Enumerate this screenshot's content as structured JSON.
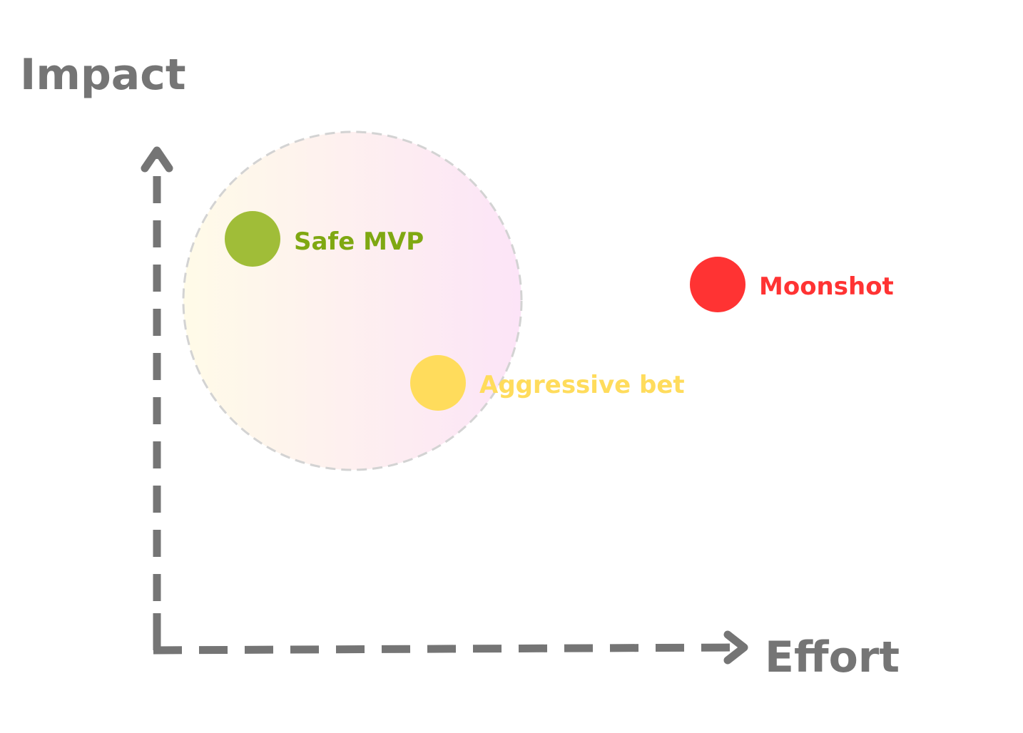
{
  "axes": {
    "y_label": "Impact",
    "x_label": "Effort",
    "color": "#757575"
  },
  "zone": {
    "gradient_start": "#fffbe8",
    "gradient_end": "#fce4f7",
    "border_color": "#d3d3d3"
  },
  "points": [
    {
      "label": "Safe MVP",
      "color": "#a0bd38",
      "label_color": "#7fa812"
    },
    {
      "label": "Moonshot",
      "color": "#ff3333",
      "label_color": "#ff3333"
    },
    {
      "label": "Aggressive bet",
      "color": "#ffdc5c",
      "label_color": "#ffdc5c"
    }
  ]
}
